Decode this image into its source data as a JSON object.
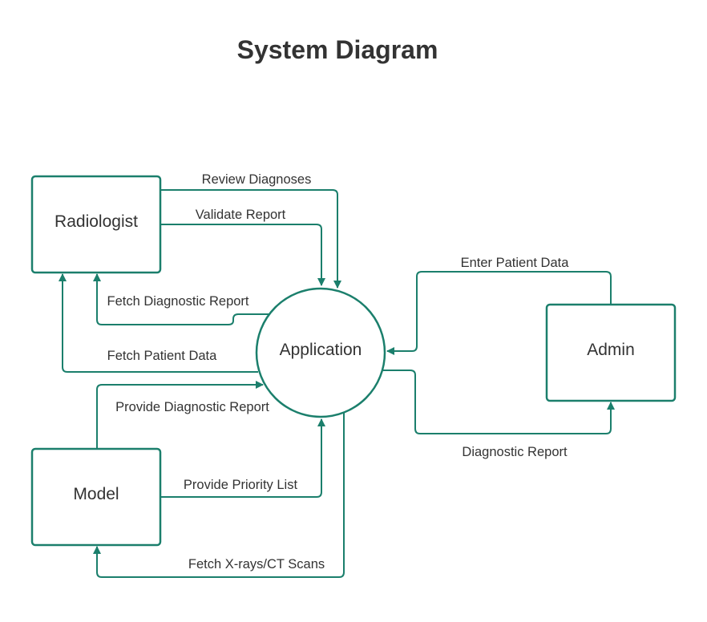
{
  "title": "System Diagram",
  "colors": {
    "stroke": "#1b7f6c",
    "text": "#333333",
    "background": "#ffffff"
  },
  "nodes": {
    "radiologist": "Radiologist",
    "application": "Application",
    "admin": "Admin",
    "model": "Model"
  },
  "edges": {
    "review_diagnoses": "Review Diagnoses",
    "validate_report": "Validate Report",
    "fetch_diagnostic_report": "Fetch Diagnostic Report",
    "fetch_patient_data": "Fetch Patient Data",
    "enter_patient_data": "Enter Patient Data",
    "diagnostic_report": "Diagnostic Report",
    "provide_diagnostic_report": "Provide Diagnostic Report",
    "provide_priority_list": "Provide Priority List",
    "fetch_xrays": "Fetch X-rays/CT Scans"
  }
}
